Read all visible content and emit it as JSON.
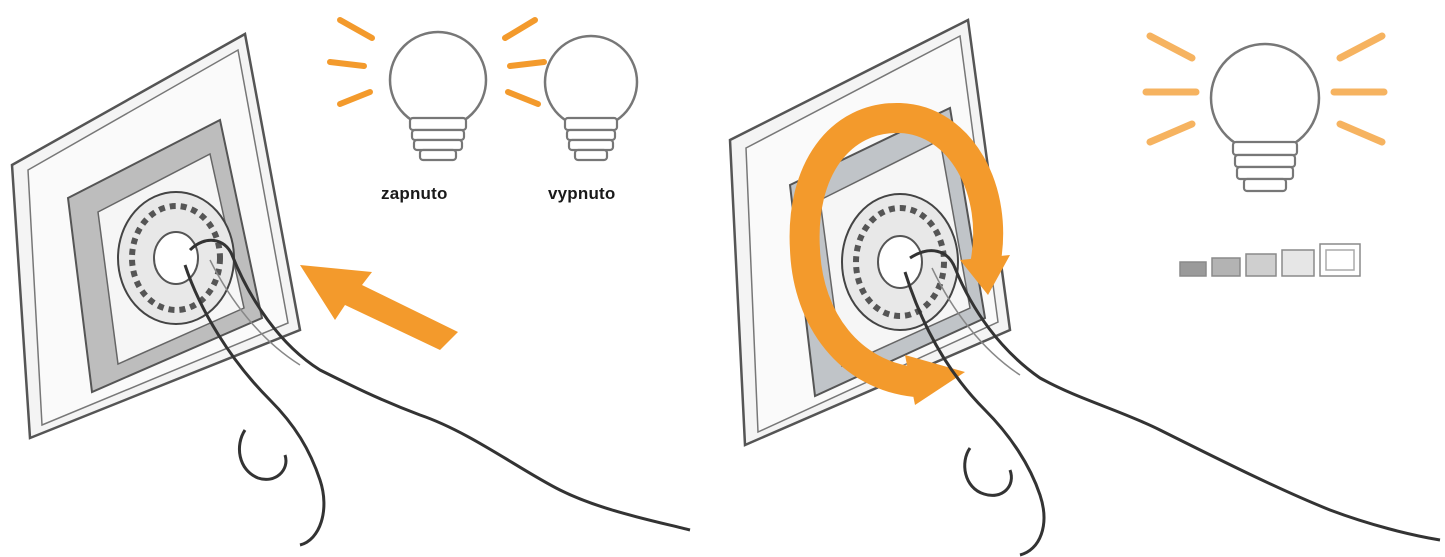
{
  "labels": {
    "on": "zapnuto",
    "off": "vypnuto"
  },
  "panels": [
    {
      "action": "press",
      "arrow_icon": "push-arrow-icon"
    },
    {
      "action": "rotate",
      "arrow_icon": "rotate-arrow-icon"
    }
  ],
  "dimmer_level_indicator_segments": 5,
  "colors": {
    "accent": "#f39a2c",
    "line": "#555555",
    "switch_fill": "#b9b9b9",
    "background": "#ffffff"
  }
}
